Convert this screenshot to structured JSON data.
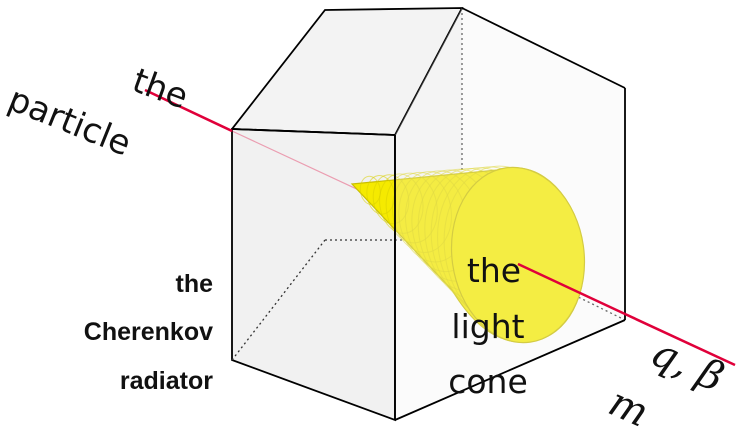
{
  "labels": {
    "particle_the": "the",
    "particle_word": "particle",
    "radiator_the": "the",
    "radiator_name": "Cherenkov",
    "radiator_word": "radiator",
    "cone_the": "the",
    "cone_light": "light",
    "cone_word": "cone",
    "charge_speed": "q, β",
    "mass": "m"
  },
  "colors": {
    "track": "#e0003a",
    "cone_fill": "#f5ea00",
    "cone_ring": "#d9cf00",
    "box_fill": "#f1f1f1",
    "box_edge": "#000000"
  }
}
